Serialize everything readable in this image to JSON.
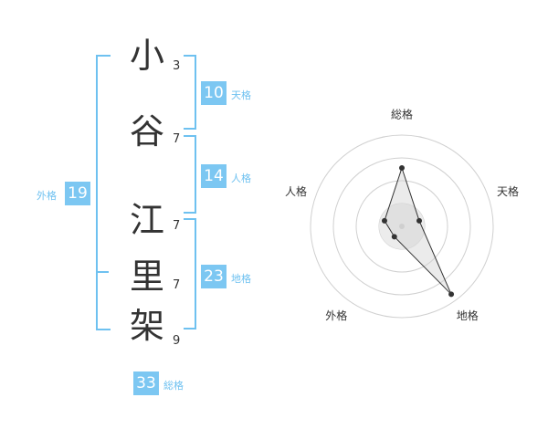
{
  "colors": {
    "accent": "#7cc7f2",
    "bracket": "#6ec1f0",
    "text": "#333333"
  },
  "name": {
    "chars": [
      {
        "char": "小",
        "strokes": "3"
      },
      {
        "char": "谷",
        "strokes": "7"
      },
      {
        "char": "江",
        "strokes": "7"
      },
      {
        "char": "里",
        "strokes": "7"
      },
      {
        "char": "架",
        "strokes": "9"
      }
    ]
  },
  "kakusu": {
    "tenkaku": {
      "value": "10",
      "label": "天格"
    },
    "jinkaku": {
      "value": "14",
      "label": "人格"
    },
    "chikaku": {
      "value": "23",
      "label": "地格"
    },
    "gaikaku": {
      "value": "19",
      "label": "外格"
    },
    "soukaku": {
      "value": "33",
      "label": "総格"
    }
  },
  "chart_data": {
    "type": "radar",
    "axes": [
      "総格",
      "天格",
      "地格",
      "外格",
      "人格"
    ],
    "values": [
      3.2,
      1.0,
      4.6,
      0.7,
      1.0
    ],
    "max": 5,
    "grid_rings": 4
  }
}
